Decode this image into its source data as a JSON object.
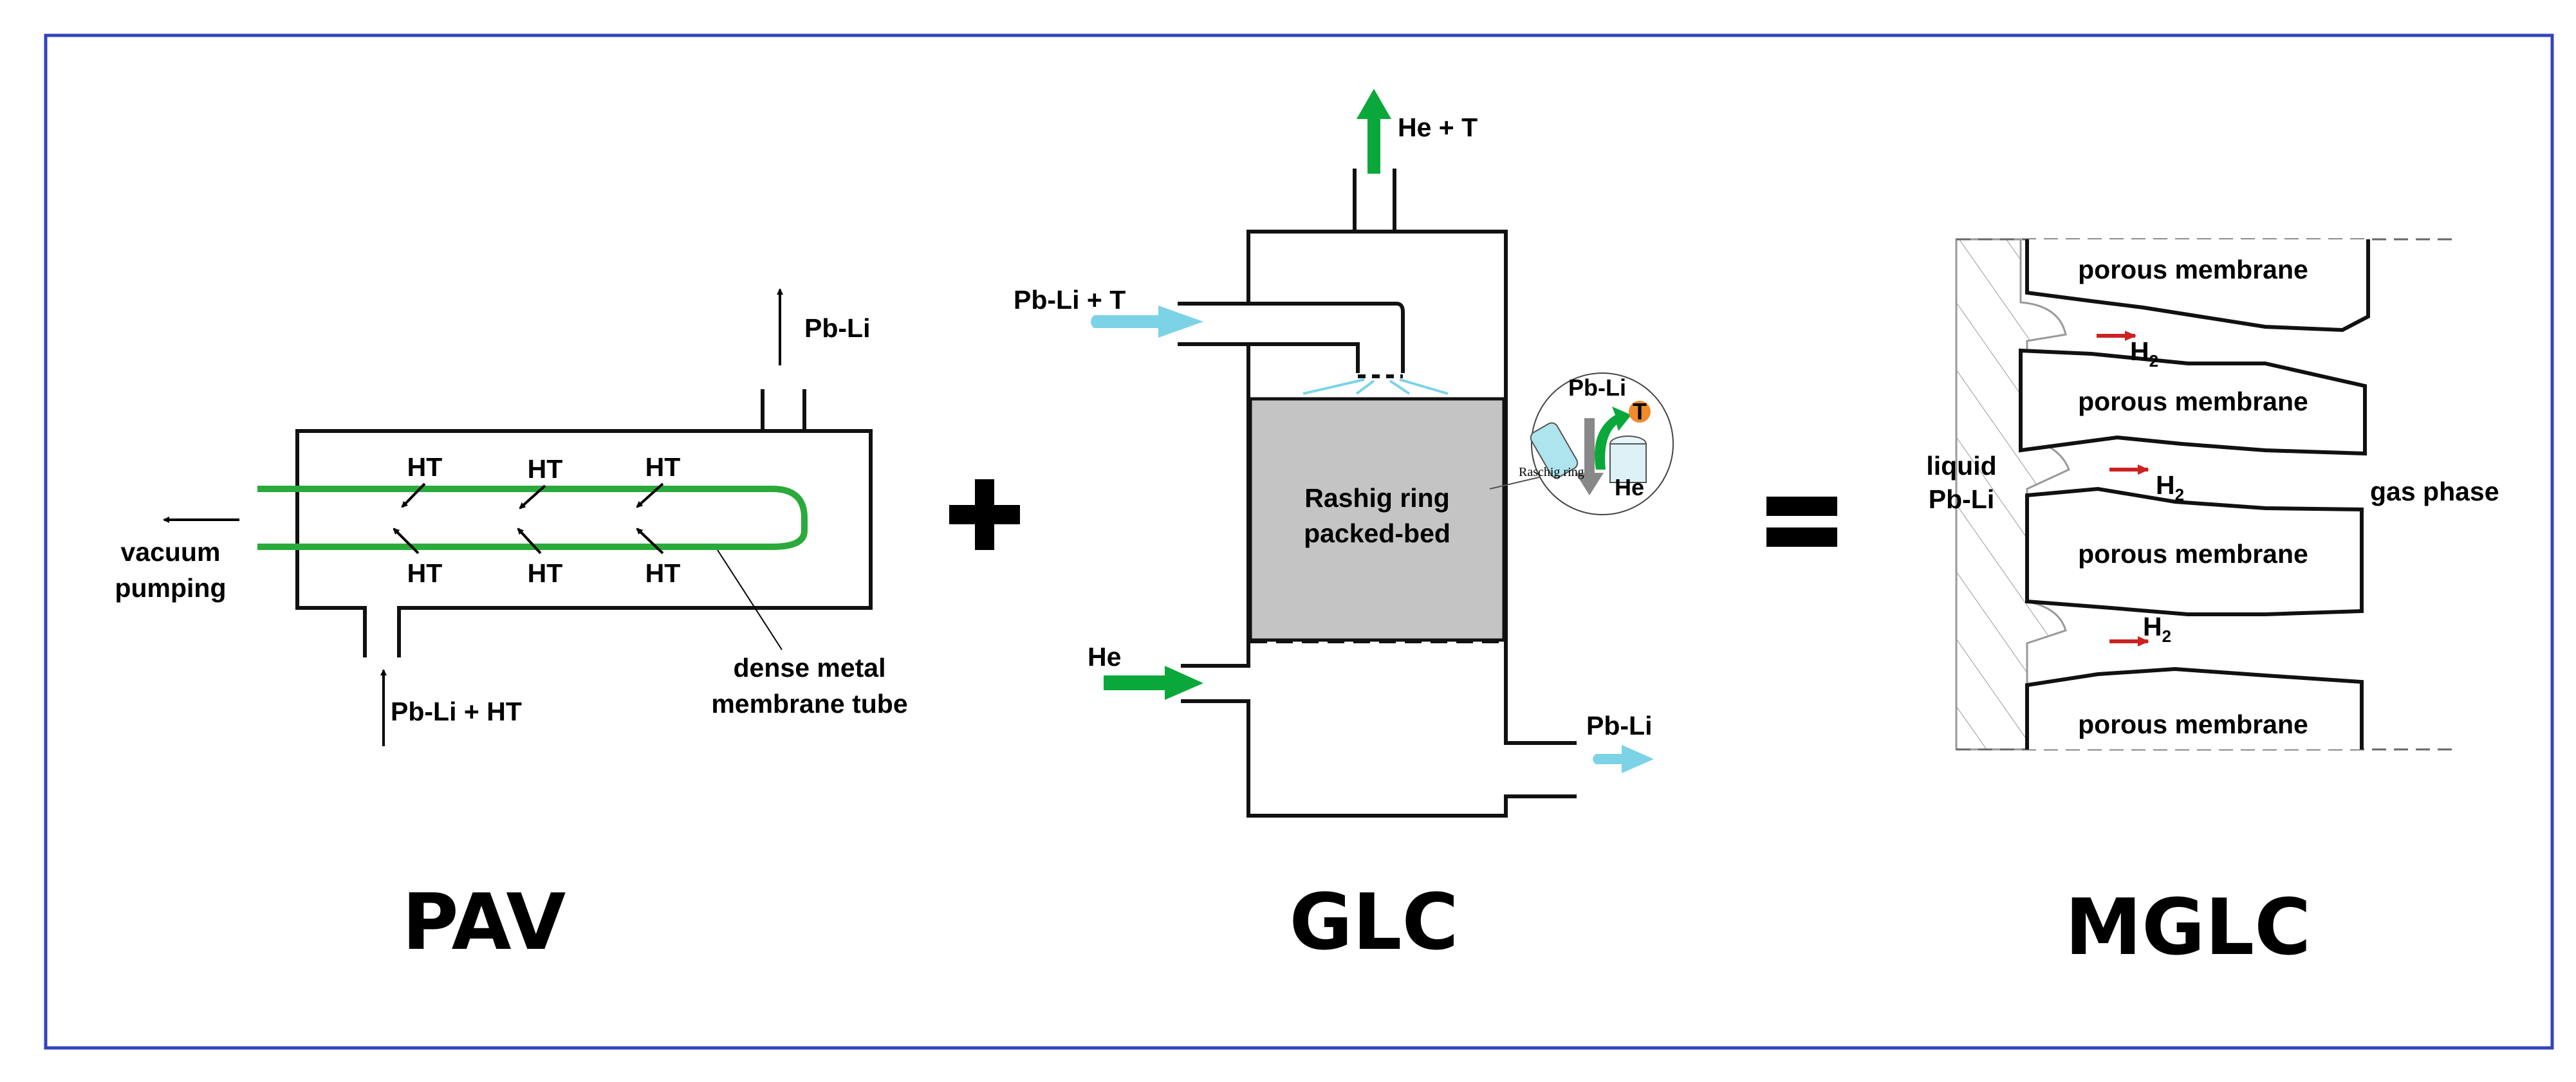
{
  "colors": {
    "frame": "#3344bb",
    "green_tube": "#2aaa3a",
    "green_arrow": "#0aa83a",
    "cyan_arrow": "#7cd3e6",
    "packed_bed": "#c4c4c4",
    "red_arrow": "#cc2222",
    "tritium_badge": "#f08a2a"
  },
  "pav": {
    "title": "PAV",
    "outlet": "Pb-Li",
    "inlet": "Pb-Li + HT",
    "vacuum": [
      "vacuum",
      "pumping"
    ],
    "ht_label": "HT",
    "membrane": [
      "dense metal",
      "membrane tube"
    ]
  },
  "operators": {
    "plus": "+",
    "equals": "="
  },
  "glc": {
    "title": "GLC",
    "top_outlet": "He + T",
    "feed": "Pb-Li + T",
    "bed": [
      "Rashig ring",
      "packed-bed"
    ],
    "he_inlet": "He",
    "bottom_outlet": "Pb-Li",
    "inset": {
      "pbli": "Pb-Li",
      "t": "T",
      "he": "He",
      "ring": "Raschig ring"
    }
  },
  "mglc": {
    "title": "MGLC",
    "membrane_label": "porous membrane",
    "liquid": [
      "liquid",
      "Pb-Li"
    ],
    "gas": "gas phase",
    "h2": "H",
    "h2_sub": "2"
  }
}
